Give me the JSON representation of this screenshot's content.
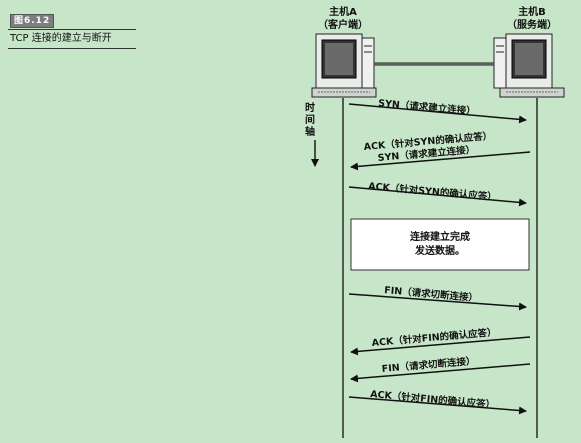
{
  "figure": {
    "badge": "图6.12",
    "caption": "TCP 连接的建立与断开"
  },
  "hosts": {
    "a": {
      "name": "主机A",
      "role": "（客户端）"
    },
    "b": {
      "name": "主机B",
      "role": "（服务端）"
    }
  },
  "time_axis": {
    "chars": [
      "时",
      "间",
      "轴"
    ]
  },
  "messages": [
    {
      "text": "SYN（请求建立连接）",
      "direction": "a-to-b"
    },
    {
      "text": "ACK（针对SYN的确认应答）",
      "direction": "b-to-a"
    },
    {
      "text": "SYN（请求建立连接）",
      "direction": "b-to-a"
    },
    {
      "text": "ACK（针对SYN的确认应答）",
      "direction": "a-to-b"
    },
    {
      "text": "FIN（请求切断连接）",
      "direction": "a-to-b"
    },
    {
      "text": "ACK（针对FIN的确认应答）",
      "direction": "b-to-a"
    },
    {
      "text": "FIN（请求切断连接）",
      "direction": "b-to-a"
    },
    {
      "text": "ACK（针对FIN的确认应答）",
      "direction": "a-to-b"
    }
  ],
  "note": {
    "line1": "连接建立完成",
    "line2": "发送数据。"
  },
  "colors": {
    "background": "#c7e6c9",
    "ink": "#111111",
    "note_fill": "#ffffff"
  }
}
